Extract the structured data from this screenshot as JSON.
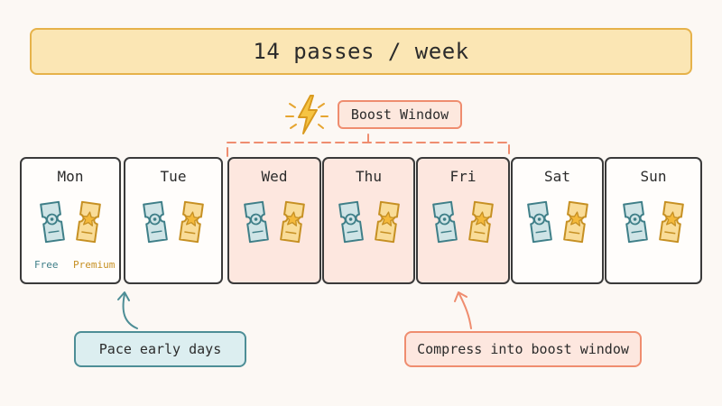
{
  "banner": {
    "text": "14 passes / week"
  },
  "boost_window": {
    "label": "Boost Window",
    "icon": "lightning-icon",
    "color": "#ef8d6f"
  },
  "days": [
    {
      "name": "Mon",
      "boost": false
    },
    {
      "name": "Tue",
      "boost": false
    },
    {
      "name": "Wed",
      "boost": true
    },
    {
      "name": "Thu",
      "boost": true
    },
    {
      "name": "Fri",
      "boost": true
    },
    {
      "name": "Sat",
      "boost": false
    },
    {
      "name": "Sun",
      "boost": false
    }
  ],
  "ticket_labels": {
    "free": "Free",
    "premium": "Premium"
  },
  "callouts": {
    "pace": "Pace early days",
    "compress": "Compress into boost window"
  },
  "colors": {
    "banner_fill": "#fbe6b4",
    "banner_border": "#e6b24a",
    "free_ticket": "#cfe4e6",
    "free_ticket_stroke": "#3f7f88",
    "premium_ticket": "#f9dc98",
    "premium_ticket_stroke": "#c69023",
    "boost_fill": "#fde7df",
    "boost_stroke": "#ef8d6f",
    "pace_fill": "#dceef0",
    "pace_stroke": "#4d8e96"
  }
}
